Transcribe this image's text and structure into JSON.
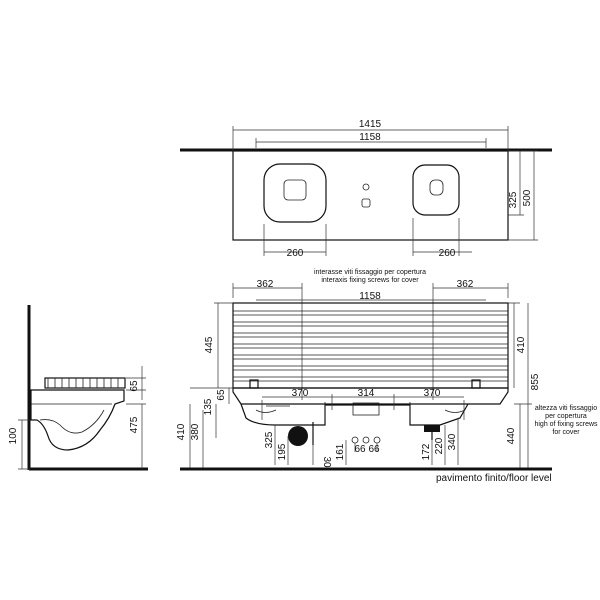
{
  "top_view": {
    "dims": {
      "overall_width": "1415",
      "fixing_width": "1158",
      "depth_total": "500",
      "depth_basin": "325",
      "basin_left": "260",
      "basin_right": "260"
    }
  },
  "front_view": {
    "fixing_note_it": "interasse viti fissaggio per copertura",
    "fixing_note_en": "interaxis fixing screws for cover",
    "dims": {
      "side_left": "362",
      "side_right": "362",
      "fixing_width": "1158",
      "cover_height": "445",
      "cover_height_right": "410",
      "total_height": "855",
      "height_440": "440",
      "height_410": "410",
      "height_380": "380",
      "height_135": "135",
      "height_65": "65",
      "center_left": "370",
      "center_mid": "314",
      "center_right": "370",
      "d_325": "325",
      "d_195": "195",
      "d_30": "30",
      "d_161": "161",
      "d_66a": "66",
      "d_66b": "66",
      "d_172": "172",
      "d_220": "220",
      "d_340": "340"
    },
    "screw_note": [
      "altezza viti fissaggio",
      "per copertura",
      "high of fixing screws",
      "for cover"
    ],
    "floor_label": "pavimento finito/floor level"
  },
  "side_view": {
    "dims": {
      "d_65": "65",
      "d_475": "475",
      "d_100": "100"
    }
  }
}
